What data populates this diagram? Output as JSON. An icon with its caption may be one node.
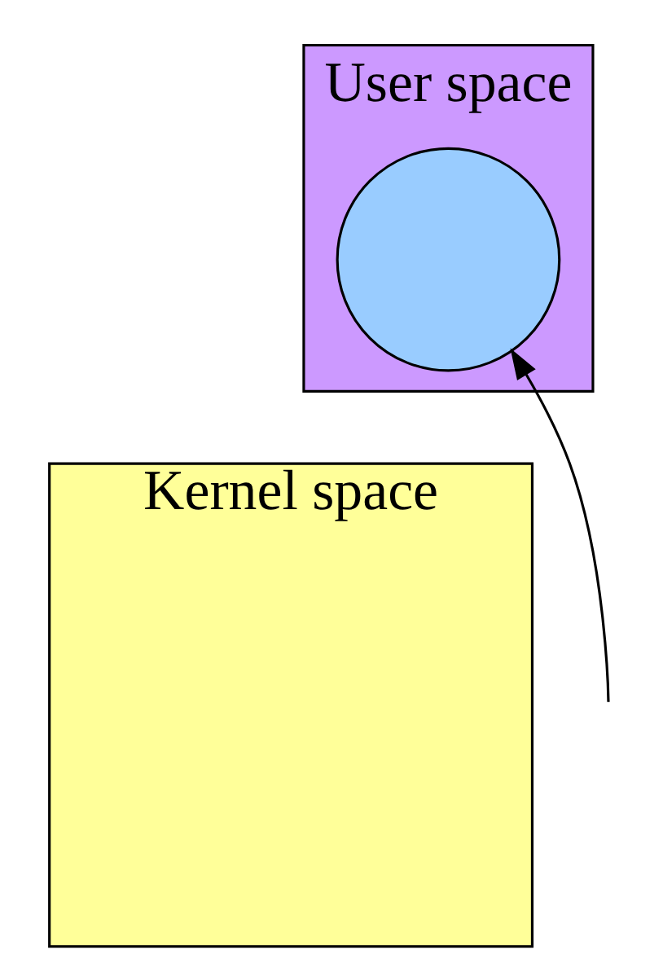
{
  "diagram": {
    "nodes": [
      {
        "text": [
          "User space"
        ]
      },
      {
        "text": [],
        "shape": "circle",
        "in": 0
      },
      {
        "text": [
          "Kernel space"
        ]
      }
    ],
    "edges": [
      {
        "from": null,
        "to": 1,
        "arrow": "to"
      }
    ]
  }
}
